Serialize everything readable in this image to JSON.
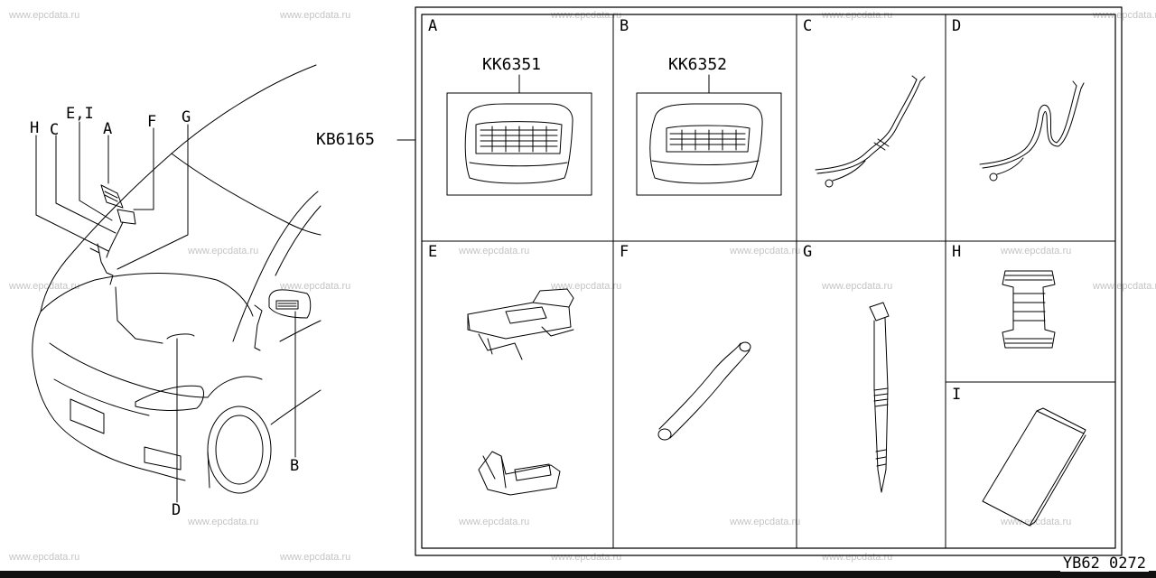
{
  "watermark": "www.epcdata.ru",
  "overview": {
    "callouts": {
      "H": "H",
      "C": "C",
      "EI": "E,I",
      "A": "A",
      "F": "F",
      "G": "G",
      "B": "B",
      "D": "D"
    }
  },
  "kit_label": "KB6165",
  "cells": {
    "A": {
      "letter": "A",
      "part_no": "KK6351"
    },
    "B": {
      "letter": "B",
      "part_no": "KK6352"
    },
    "C": {
      "letter": "C"
    },
    "D": {
      "letter": "D"
    },
    "E": {
      "letter": "E"
    },
    "F": {
      "letter": "F"
    },
    "G": {
      "letter": "G"
    },
    "H": {
      "letter": "H"
    },
    "I": {
      "letter": "I"
    }
  },
  "drawing_code": "YB62 0272"
}
